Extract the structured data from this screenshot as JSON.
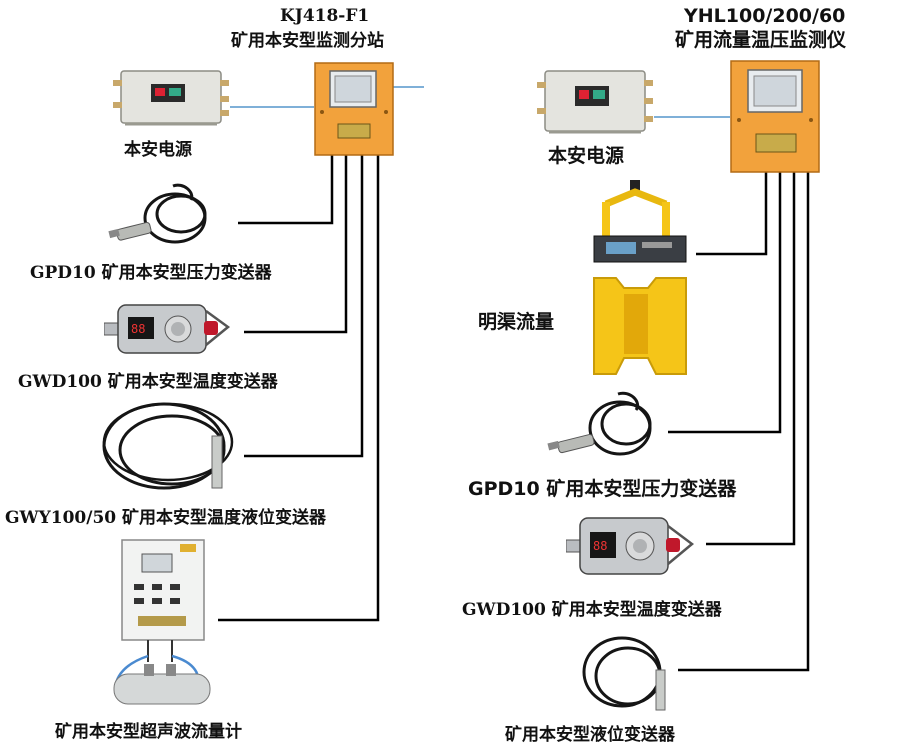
{
  "left_system": {
    "title": "KJ418-F1",
    "subtitle": "矿用本安型监测分站",
    "devices": [
      {
        "label": "本安电源",
        "icon": "power-supply-box"
      },
      {
        "label": "GPD10 矿用本安型压力变送器",
        "icon": "pressure-sensor-cable"
      },
      {
        "label": "GWD100 矿用本安型温度变送器",
        "icon": "temperature-transmitter"
      },
      {
        "label": "GWY100/50 矿用本安型温度液位变送器",
        "icon": "level-sensor-cable"
      },
      {
        "label": "矿用本安型超声波流量计",
        "icon": "ultrasonic-flowmeter"
      }
    ]
  },
  "right_system": {
    "title": "YHL100/200/60",
    "subtitle": "矿用流量温压监测仪",
    "devices": [
      {
        "label": "本安电源",
        "icon": "power-supply-box"
      },
      {
        "label": "明渠流量",
        "icon": "open-channel-flume"
      },
      {
        "label": "GPD10 矿用本安型压力变送器",
        "icon": "pressure-sensor-cable"
      },
      {
        "label": "GWD100 矿用本安型温度变送器",
        "icon": "temperature-transmitter"
      },
      {
        "label": "矿用本安型液位变送器",
        "icon": "level-sensor-cable"
      }
    ]
  },
  "colors": {
    "station_orange": "#f2a23c",
    "wire_black": "#000000",
    "wire_blue": "#7fb0d8",
    "flume_yellow": "#f5c518"
  }
}
